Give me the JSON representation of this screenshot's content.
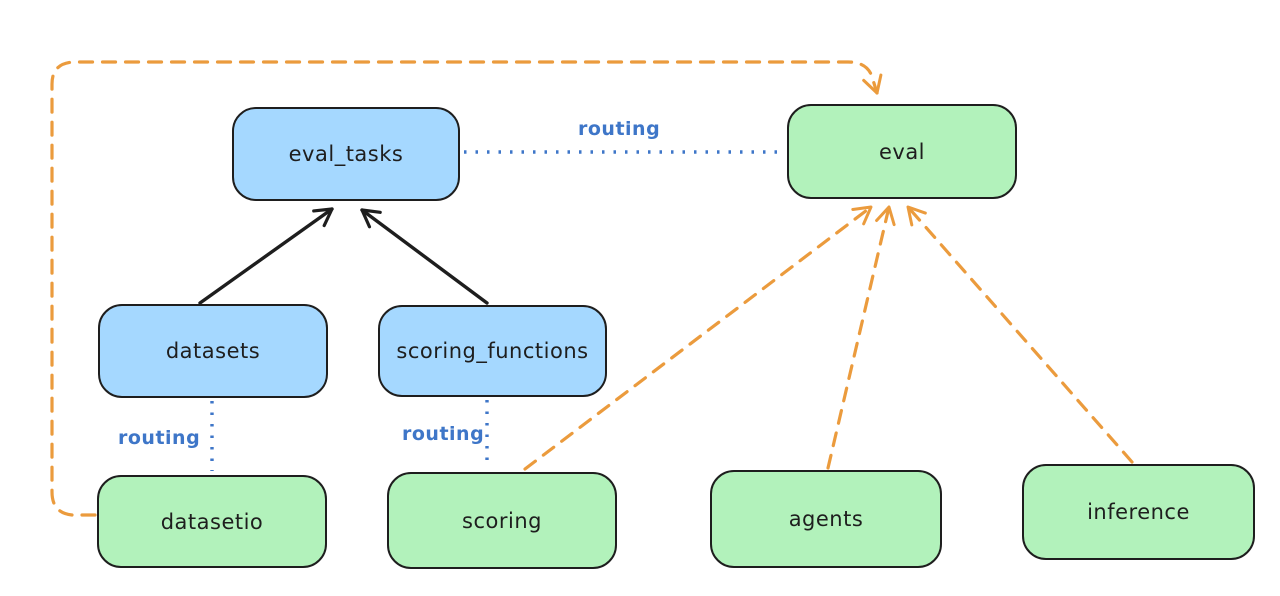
{
  "diagram": {
    "type": "flow-diagram",
    "background": "#ffffff",
    "colors": {
      "blue_node_fill": "#a5d8ff",
      "green_node_fill": "#b2f2bb",
      "node_stroke": "#1e1e1e",
      "solid_arrow": "#1e1e1e",
      "routing_blue": "#3e76c8",
      "dashed_orange": "#eb9b3d"
    },
    "nodes": [
      {
        "id": "eval_tasks",
        "label": "eval_tasks",
        "color": "blue"
      },
      {
        "id": "eval",
        "label": "eval",
        "color": "green"
      },
      {
        "id": "datasets",
        "label": "datasets",
        "color": "blue"
      },
      {
        "id": "scoring_functions",
        "label": "scoring_functions",
        "color": "blue"
      },
      {
        "id": "datasetio",
        "label": "datasetio",
        "color": "green"
      },
      {
        "id": "scoring",
        "label": "scoring",
        "color": "green"
      },
      {
        "id": "agents",
        "label": "agents",
        "color": "green"
      },
      {
        "id": "inference",
        "label": "inference",
        "color": "green"
      }
    ],
    "routing_labels": [
      {
        "id": "routing-eval_tasks-eval",
        "text": "routing"
      },
      {
        "id": "routing-datasets-datasetio",
        "text": "routing"
      },
      {
        "id": "routing-scoring_functions-scoring",
        "text": "routing"
      }
    ],
    "edges": [
      {
        "from": "datasets",
        "to": "eval_tasks",
        "style": "solid",
        "color": "#1e1e1e",
        "arrow": true
      },
      {
        "from": "scoring_functions",
        "to": "eval_tasks",
        "style": "solid",
        "color": "#1e1e1e",
        "arrow": true
      },
      {
        "from": "eval_tasks",
        "to": "eval",
        "style": "dotted",
        "color": "#3e76c8",
        "arrow": false,
        "label": "routing"
      },
      {
        "from": "datasets",
        "to": "datasetio",
        "style": "dotted",
        "color": "#3e76c8",
        "arrow": false,
        "label": "routing"
      },
      {
        "from": "scoring_functions",
        "to": "scoring",
        "style": "dotted",
        "color": "#3e76c8",
        "arrow": false,
        "label": "routing"
      },
      {
        "from": "datasetio",
        "to": "eval",
        "style": "dashed",
        "color": "#eb9b3d",
        "arrow": true,
        "route": "around-left-and-top"
      },
      {
        "from": "scoring",
        "to": "eval",
        "style": "dashed",
        "color": "#eb9b3d",
        "arrow": true
      },
      {
        "from": "agents",
        "to": "eval",
        "style": "dashed",
        "color": "#eb9b3d",
        "arrow": true
      },
      {
        "from": "inference",
        "to": "eval",
        "style": "dashed",
        "color": "#eb9b3d",
        "arrow": true
      }
    ]
  }
}
